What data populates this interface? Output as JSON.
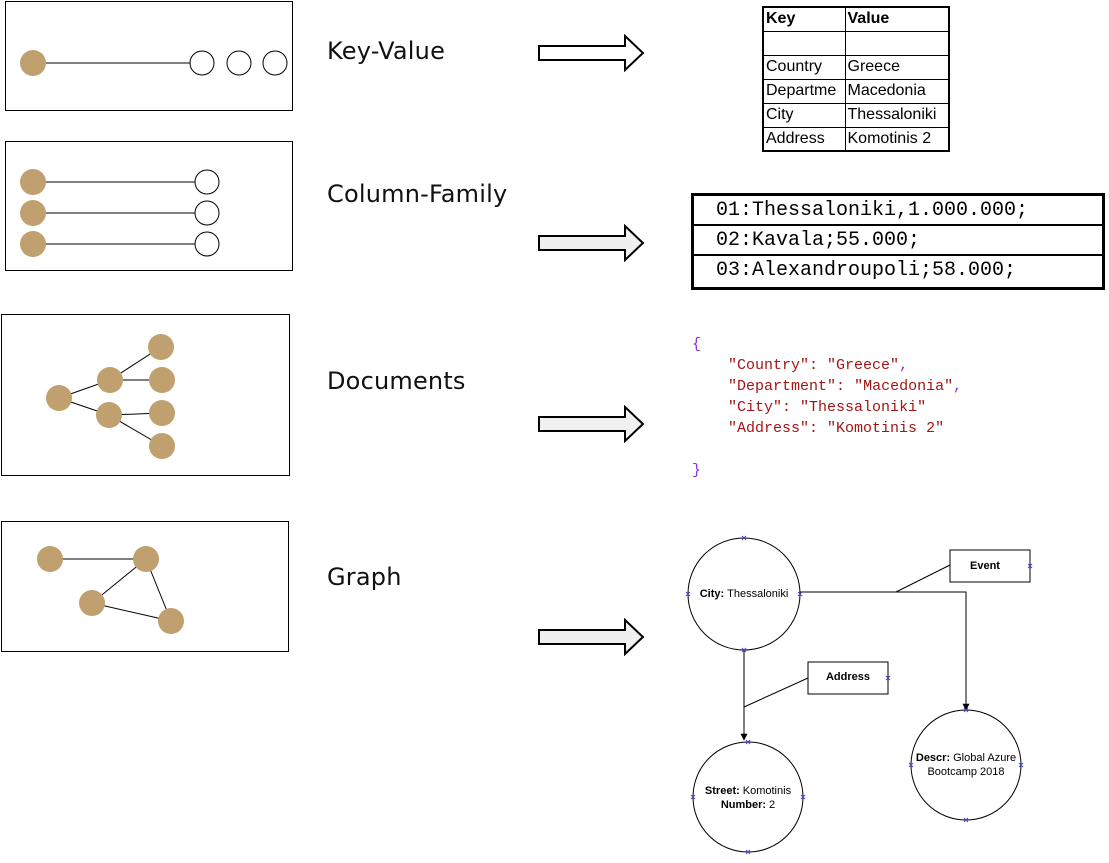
{
  "models": [
    {
      "label": "Key-Value"
    },
    {
      "label": "Column-Family"
    },
    {
      "label": "Documents"
    },
    {
      "label": "Graph"
    }
  ],
  "key_value": {
    "headers": [
      "Key",
      "Value"
    ],
    "rows": [
      [
        "",
        ""
      ],
      [
        "Country",
        "Greece"
      ],
      [
        "Departme",
        "Macedonia"
      ],
      [
        "City",
        "Thessaloniki"
      ],
      [
        "Address",
        "Komotinis 2"
      ]
    ]
  },
  "column_family": {
    "rows": [
      "01:Thessaloniki,1.000.000;",
      "02:Kavala;55.000;",
      "03:Alexandroupoli;58.000;"
    ]
  },
  "document": {
    "open_brace": "{",
    "lines": [
      {
        "key": "\"Country\"",
        "value": "\"Greece\"",
        "sep": ","
      },
      {
        "key": "\"Department\"",
        "value": "\"Macedonia\"",
        "sep": ","
      },
      {
        "key": "\"City\"",
        "value": "\"Thessaloniki\"",
        "sep": ""
      },
      {
        "key": "\"Address\"",
        "value": "\"Komotinis 2\"",
        "sep": ""
      }
    ],
    "close_brace": "}"
  },
  "graph": {
    "city": {
      "key": "City:",
      "value": "Thessaloniki"
    },
    "street": {
      "key": "Street:",
      "value": "Komotinis",
      "key2": "Number:",
      "value2": "2"
    },
    "descr": {
      "key": "Descr:",
      "value": "Global Azure",
      "value_line2": "Bootcamp 2018"
    },
    "event_label": "Event",
    "address_label": "Address"
  },
  "colors": {
    "node_fill": "#bfa06e",
    "arrow_fill": "#f0f0f0",
    "marker": "#4a4ad6"
  }
}
